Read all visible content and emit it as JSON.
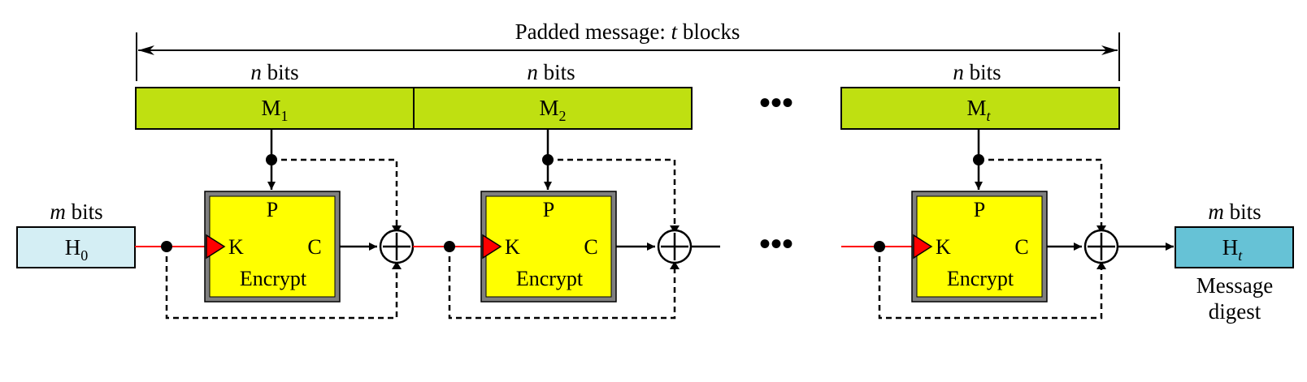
{
  "title": {
    "prefix": "Padded message: ",
    "var": "t",
    "suffix": " blocks"
  },
  "block_width": {
    "var": "n",
    "unit": " bits"
  },
  "chain_width": {
    "var": "m",
    "unit": " bits"
  },
  "message_blocks": [
    {
      "name": "M",
      "sub": "1"
    },
    {
      "name": "M",
      "sub": "2"
    },
    {
      "name": "M",
      "sub": "t"
    }
  ],
  "initial_value": {
    "name": "H",
    "sub": "0"
  },
  "final_value": {
    "name": "H",
    "sub": "t"
  },
  "cipher": {
    "plaintext": "P",
    "key": "K",
    "ciphertext": "C",
    "label": "Encrypt"
  },
  "xor_symbol": "⊕",
  "ellipsis": "•••",
  "digest_label": [
    "Message",
    "digest"
  ],
  "colors": {
    "message_block": "#bfe011",
    "cipher_box": "#ffff00",
    "cipher_border": "#7f7f7f",
    "initial_value": "#d4eef4",
    "final_value": "#66c2d6",
    "key_line": "#ff0000"
  }
}
